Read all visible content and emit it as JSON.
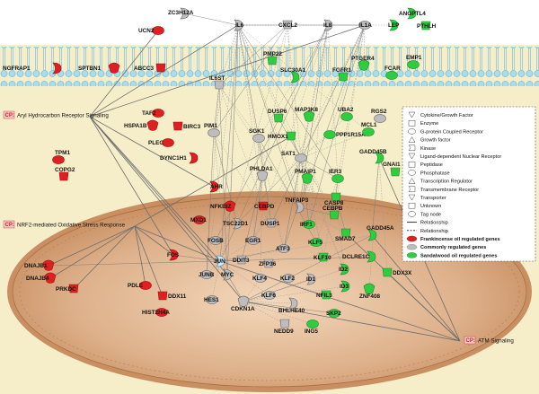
{
  "colors": {
    "frankincense": "#e02020",
    "common": "#bdbdbd",
    "sandalwood": "#2ecc40",
    "membrane": "#a8dcef",
    "cytoplasm": "#f6eec9",
    "nucleus": "#d9ab82"
  },
  "pathways": {
    "ahr": "Aryl Hydrocarbon Receptor Signaling",
    "nrf2": "NRF2-mediated Oxidative Stress Response",
    "atm": "ATM Signaling",
    "prefix": "CP:"
  },
  "legend": {
    "items": [
      {
        "label": "Cytokine/Growth Factor",
        "icon": "cytokine-icon"
      },
      {
        "label": "Enzyme",
        "icon": "enzyme-icon"
      },
      {
        "label": "G-protein Coupled Receptor",
        "icon": "gpcr-icon"
      },
      {
        "label": "Growth factor",
        "icon": "growth-factor-icon"
      },
      {
        "label": "Kinase",
        "icon": "kinase-icon"
      },
      {
        "label": "Ligand-dependent Nuclear Receptor",
        "icon": "ligand-receptor-icon"
      },
      {
        "label": "Peptidase",
        "icon": "peptidase-icon"
      },
      {
        "label": "Phosphatase",
        "icon": "phosphatase-icon"
      },
      {
        "label": "Transcription Regulator",
        "icon": "transcription-regulator-icon"
      },
      {
        "label": "Transmembrane Receptor",
        "icon": "transmembrane-receptor-icon"
      },
      {
        "label": "Transporter",
        "icon": "transporter-icon"
      },
      {
        "label": "Unknown",
        "icon": "unknown-icon"
      },
      {
        "label": "Tag node",
        "icon": "tag-node-icon"
      },
      {
        "label": "Relationship",
        "icon": "solid-line-icon"
      },
      {
        "label": "Relationship",
        "icon": "dashed-line-icon"
      },
      {
        "label": "Frankincense oil regulated genes",
        "icon": "red-oval-icon"
      },
      {
        "label": "Commonly regulated genes",
        "icon": "grey-oval-icon"
      },
      {
        "label": "Sandalwood oil regulated genes",
        "icon": "green-oval-icon"
      }
    ]
  },
  "genes": {
    "red": [
      "UCN2",
      "NGFRAP1",
      "SPTBN1",
      "ABCC3",
      "TAF2",
      "HSPA1B",
      "BIRC3",
      "PLEC",
      "DYNC1H1",
      "TPM1",
      "COPG2",
      "AHR",
      "NFKBIZ",
      "CEBPD",
      "MXD1",
      "FOS",
      "DNAJB1",
      "DNAJB4",
      "PRKDC",
      "PDLE",
      "DDX11",
      "HIST2H4A"
    ],
    "green": [
      "LEP",
      "ANGPTL4",
      "PTHLH",
      "PMP22",
      "SLC30A1",
      "FGFR1",
      "PTGER4",
      "FCAR",
      "EMP1",
      "DUSP6",
      "MAP3K8",
      "UBA2",
      "HMOX1",
      "PPP1R15A",
      "MCL1",
      "GADD45B",
      "GNAI1",
      "PMAIP1",
      "IER3",
      "CASP8",
      "CEBPB",
      "IRF1",
      "SMAD7",
      "KLF5",
      "GADD45A",
      "KLF10",
      "ID2",
      "DCLRE1C",
      "DDX3X",
      "ID3",
      "NFIL3",
      "ZNF408",
      "SKP2",
      "ING5"
    ],
    "grey": [
      "ZC3H12A",
      "IL6",
      "CXCL2",
      "IL8",
      "IL1A",
      "IL6ST",
      "RGS2",
      "PIM1",
      "SGK1",
      "SAT1",
      "PHLDA1",
      "TNFAIP3",
      "TSC22D1",
      "DUSP1",
      "FOSB",
      "EGR1",
      "ATF3",
      "DDIT3",
      "ZFP36",
      "JUNB",
      "MYC",
      "KLF4",
      "KLF2",
      "ID1",
      "KLF6",
      "HES1",
      "CDKN1A",
      "BHLHE40",
      "NEDD9",
      "JUN"
    ]
  }
}
